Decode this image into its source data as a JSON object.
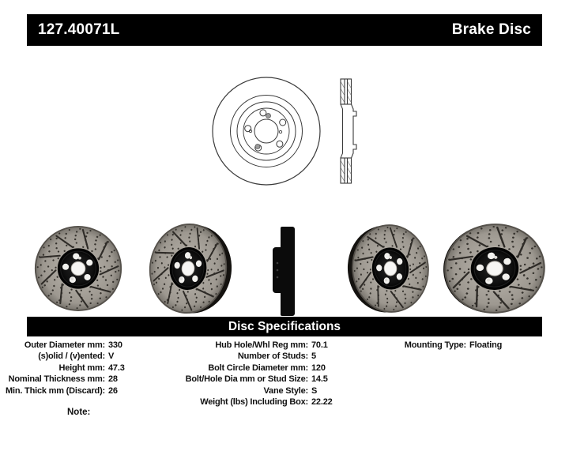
{
  "header": {
    "part_number": "127.40071L",
    "title": "Brake Disc"
  },
  "specs_section": {
    "title": "Disc Specifications"
  },
  "specs": {
    "left": [
      {
        "label": "Outer Diameter mm:",
        "value": "330"
      },
      {
        "label": "(s)olid / (v)ented:",
        "value": "V"
      },
      {
        "label": "Height mm:",
        "value": "47.3"
      },
      {
        "label": "Nominal Thickness mm:",
        "value": "28"
      },
      {
        "label": "Min. Thick mm (Discard):",
        "value": "26"
      }
    ],
    "middle": [
      {
        "label": "Hub Hole/Whl Reg mm:",
        "value": "70.1"
      },
      {
        "label": "Number of Studs:",
        "value": "5"
      },
      {
        "label": "Bolt Circle Diameter mm:",
        "value": "120"
      },
      {
        "label": "Bolt/Hole Dia mm or Stud Size:",
        "value": "14.5"
      },
      {
        "label": "Vane Style:",
        "value": "S"
      },
      {
        "label": "Weight (lbs) Including Box:",
        "value": "22.22"
      }
    ],
    "right": [
      {
        "label": "Mounting Type:",
        "value": "Floating"
      }
    ]
  },
  "note_label": "Note:",
  "figures": {
    "front_drawing": "brake-disc-front-line-drawing",
    "section_drawing": "brake-disc-cross-section-line-drawing",
    "photos": [
      "rotor-front-view",
      "rotor-angled-left-view",
      "rotor-edge-view",
      "rotor-angled-right-view",
      "rotor-front-tilted-view"
    ]
  },
  "colors": {
    "header_bg": "#000000",
    "header_fg": "#ffffff",
    "rotor_face": "#a7a29a",
    "rotor_hat": "#0d0d0d",
    "drawing_stroke": "#3a3a3a"
  }
}
